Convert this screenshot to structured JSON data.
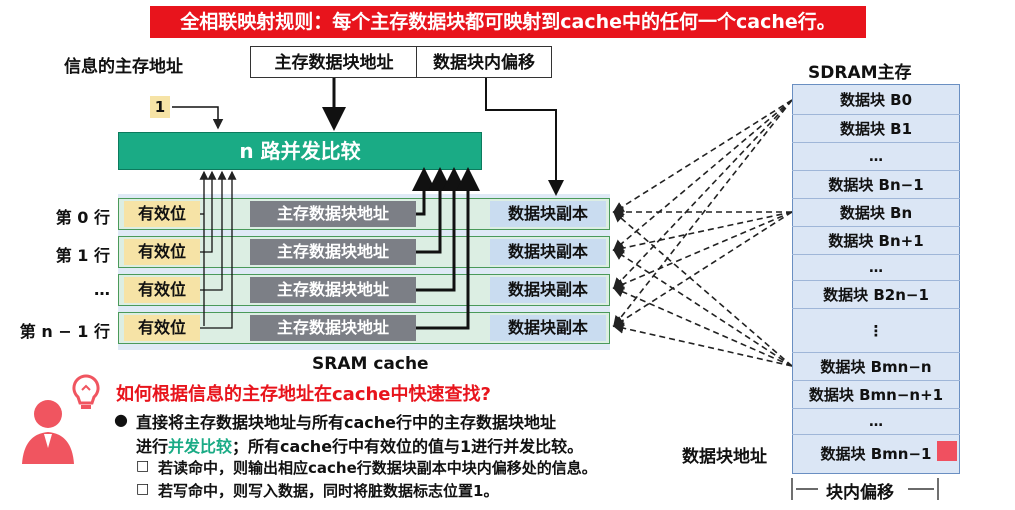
{
  "title": "全相联映射规则：每个主存数据块都可映射到cache中的任何一个cache行。",
  "main_addr_label": "信息的主存地址",
  "addr_fields": [
    "主存数据块地址",
    "数据块内偏移"
  ],
  "one_label": "1",
  "compare_box": "n 路并发比较",
  "rows": [
    {
      "label": "第 0 行",
      "valid": "有效位",
      "tag": "主存数据块地址",
      "copy": "数据块副本"
    },
    {
      "label": "第 1 行",
      "valid": "有效位",
      "tag": "主存数据块地址",
      "copy": "数据块副本"
    },
    {
      "label": "…",
      "valid": "有效位",
      "tag": "主存数据块地址",
      "copy": "数据块副本"
    },
    {
      "label": "第 n − 1 行",
      "valid": "有效位",
      "tag": "主存数据块地址",
      "copy": "数据块副本"
    }
  ],
  "sram_label": "SRAM  cache",
  "question": "如何根据信息的主存地址在cache中快速查找?",
  "bullet_line1": "直接将主存数据块地址与所有cache行中的主存数据块地址",
  "bullet_line2_pre": "进行",
  "bullet_line2_hl": "并发比较",
  "bullet_line2_post": "；所有cache行中有效位的值与1进行并发比较。",
  "sub1": "若读命中，则输出相应cache行数据块副本中块内偏移处的信息。",
  "sub2": "若写命中，则写入数据，同时将脏数据标志位置1。",
  "sdram_title": "SDRAM主存",
  "mem_rows": [
    "数据块 B0",
    "数据块 B1",
    "…",
    "数据块 Bn−1",
    "数据块 Bn",
    "数据块 Bn+1",
    "…",
    "数据块 B2n−1",
    "⋮",
    "数据块 Bmn−n",
    "数据块 Bmn−n+1",
    "…",
    "数据块 Bmn−1"
  ],
  "block_addr_label": "数据块地址",
  "block_offset_label": "块内偏移",
  "icons": [
    "person-icon",
    "lightbulb-icon"
  ]
}
